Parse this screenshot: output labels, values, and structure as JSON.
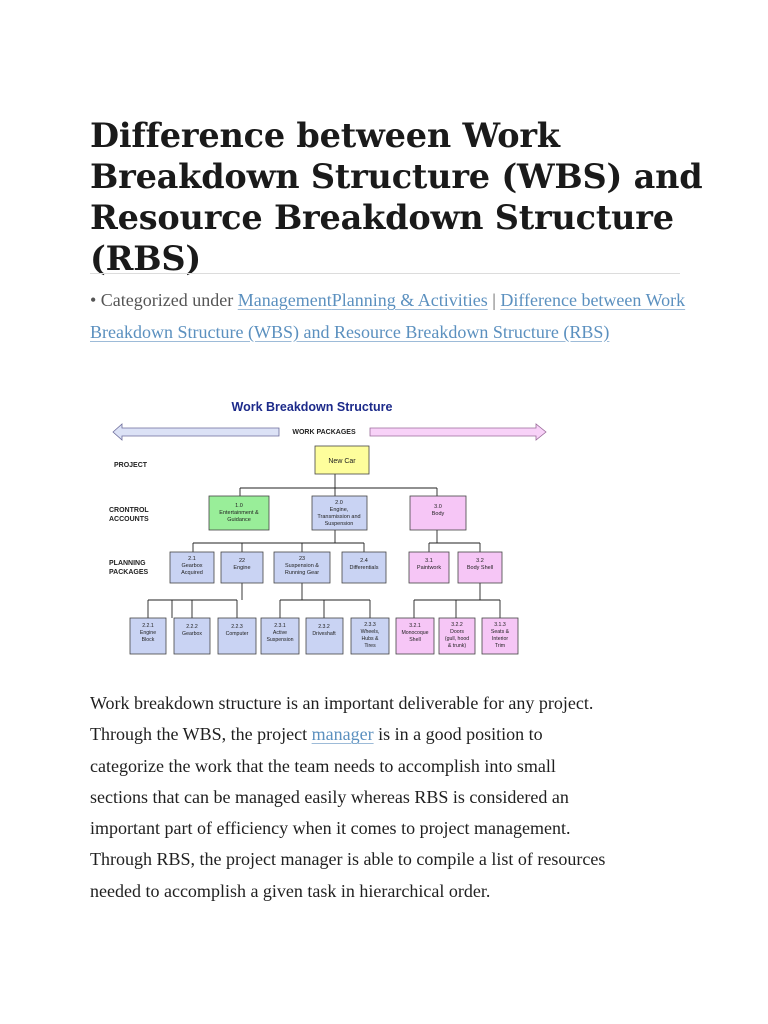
{
  "article": {
    "title_lines": [
      "Difference between Work",
      "Breakdown Structure (WBS) and",
      "Resource Breakdown Structure",
      "(RBS)"
    ],
    "meta": {
      "bullet_prefix": "• Categorized under ",
      "category_links": [
        "Management",
        "Planning & Activities"
      ],
      "separator": " | ",
      "article_link": "Difference between Work Breakdown Structure (WBS) and Resource Breakdown Structure (RBS)"
    },
    "body": {
      "line1": "Work breakdown structure is an important deliverable for any project.",
      "line2_before": "Through the WBS, the project ",
      "line2_link": "manager",
      "line2_after": " is in a good position to",
      "line3": "categorize the work that the team needs to accomplish into small",
      "line4": "sections that can be managed easily whereas RBS is considered an",
      "line5": "important part of efficiency when it comes to project management.",
      "line6": "Through RBS, the project manager is able to compile a list of resources",
      "line7": "needed to accomplish a given task in hierarchical order."
    }
  },
  "figure": {
    "title": "Work Breakdown Structure",
    "banner": "WORK PACKAGES",
    "row_labels": {
      "project": "PROJECT",
      "control_1": "CRONTROL",
      "control_2": "ACCOUNTS",
      "planning_1": "PLANNING",
      "planning_2": "PACKAGES"
    },
    "colors": {
      "title": "#1c2a8a",
      "project_box": "#fefe9c",
      "green_box": "#99ee99",
      "blue_box": "#c9d3f3",
      "pink_box": "#f6c6f6",
      "left_arrow": "#dce2f6",
      "right_arrow": "#f8d2f8"
    },
    "project": {
      "name": "New Car"
    },
    "nodes": {
      "n10": {
        "code": "1.0",
        "l1": "Entertainment &",
        "l2": "Guidance"
      },
      "n20": {
        "code": "2.0",
        "l1": "Engine,",
        "l2": "Transmission and",
        "l3": "Suspension"
      },
      "n30": {
        "code": "3.0",
        "l1": "Body"
      },
      "n21": {
        "code": "2.1",
        "l1": "Gearbox",
        "l2": "Acquired"
      },
      "n22": {
        "code": "22",
        "l1": "Engine"
      },
      "n23": {
        "code": "23",
        "l1": "Suspension &",
        "l2": "Running Gear"
      },
      "n24": {
        "code": "2.4",
        "l1": "Differentials"
      },
      "n31": {
        "code": "3.1",
        "l1": "Paintwork"
      },
      "n32": {
        "code": "3.2",
        "l1": "Body Shell"
      },
      "n221": {
        "code": "2.2.1",
        "l1": "Engine",
        "l2": "Block"
      },
      "n222": {
        "code": "2.2.2",
        "l1": "Gearbox"
      },
      "n223": {
        "code": "2.2.3",
        "l1": "Computer"
      },
      "n231": {
        "code": "2.3.1",
        "l1": "Active",
        "l2": "Suspension"
      },
      "n232": {
        "code": "2.3.2",
        "l1": "Driveshaft"
      },
      "n233": {
        "code": "2.3.3",
        "l1": "Wheels,",
        "l2": "Hubs &",
        "l3": "Tires"
      },
      "n321": {
        "code": "3.2.1",
        "l1": "Monocoque",
        "l2": "Shell"
      },
      "n322": {
        "code": "3.2.2",
        "l1": "Doors",
        "l2": "(gull, hood",
        "l3": "& trunk)"
      },
      "n313": {
        "code": "3.1.3",
        "l1": "Seats &",
        "l2": "Interior",
        "l3": "Trim"
      }
    }
  }
}
